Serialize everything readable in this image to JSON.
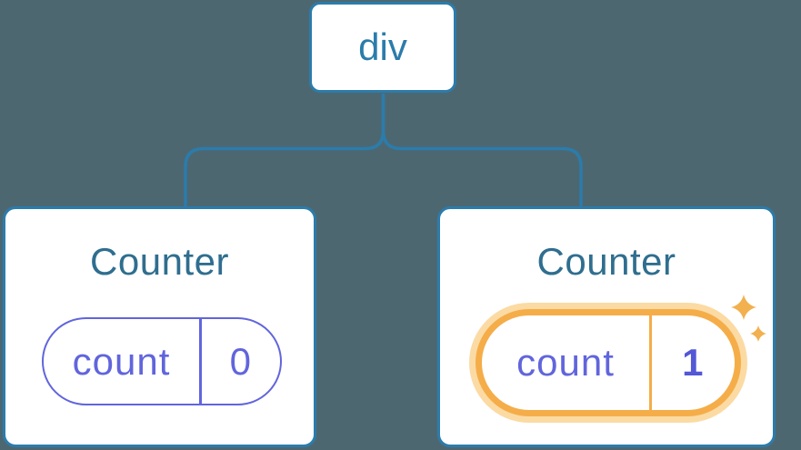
{
  "diagram": {
    "type": "component-tree",
    "root_label": "div",
    "children": [
      {
        "title": "Counter",
        "state_key": "count",
        "state_value": "0",
        "highlighted": false
      },
      {
        "title": "Counter",
        "state_key": "count",
        "state_value": "1",
        "highlighted": true
      }
    ]
  },
  "icons": {
    "sparkle": "four-point-star"
  },
  "colors": {
    "background": "#4d6771",
    "card_background": "#ffffff",
    "connector_blue": "#2b7cab",
    "root_label_blue": "#2b7cab",
    "title_blue": "#2f6e8f",
    "pill_purple": "#6165dc",
    "value_purple_bold": "#5457d6",
    "highlight_orange": "#f5ad49",
    "highlight_halo": "#fbdba3",
    "sparkle_orange": "#f2b04e"
  }
}
